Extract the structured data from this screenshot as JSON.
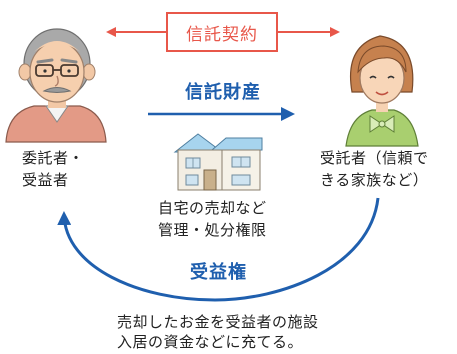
{
  "trust_contract": {
    "label": "信託契約",
    "color": "#e8574a",
    "icon": "double-headed-arrow"
  },
  "trust_property": {
    "label": "信託財産",
    "color": "#1f5fae"
  },
  "settlor": {
    "line1": "委託者・",
    "line2": "受益者",
    "icon": "elderly-man-icon"
  },
  "trustee": {
    "line1": "受託者（信頼で",
    "line2": "きる家族など）",
    "icon": "woman-icon"
  },
  "house": {
    "line1": "自宅の売却など",
    "line2": "管理・処分権限",
    "icon": "house-icon"
  },
  "beneficial_interest": {
    "label": "受益権",
    "color": "#1f5fae"
  },
  "footer": {
    "line1": "売却したお金を受益者の施設",
    "line2": "入居の資金などに充てる。"
  }
}
